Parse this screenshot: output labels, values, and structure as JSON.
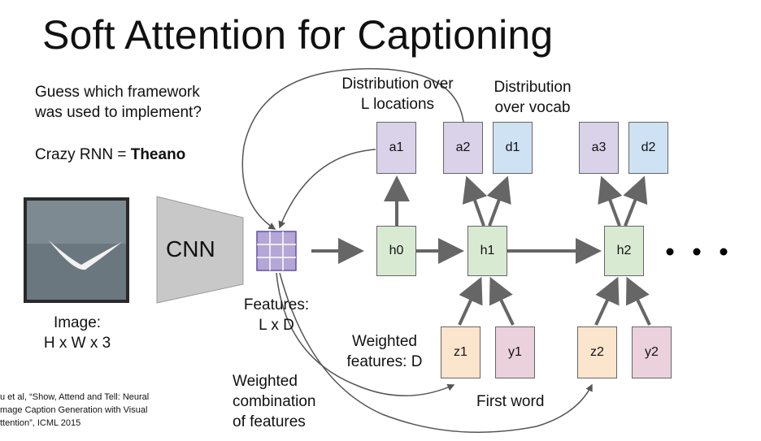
{
  "title": "Soft Attention for Captioning",
  "question_line1": "Guess which framework",
  "question_line2": "was used to implement?",
  "answer_prefix": "Crazy RNN = ",
  "answer_bold": "Theano",
  "cnn_label": "CNN",
  "image_label_line1": "Image:",
  "image_label_line2": "H x W x 3",
  "features_label_line1": "Features:",
  "features_label_line2": "L x D",
  "dist_locations_line1": "Distribution over",
  "dist_locations_line2": "L locations",
  "dist_vocab_line1": "Distribution",
  "dist_vocab_line2": "over vocab",
  "weighted_features_line1": "Weighted",
  "weighted_features_line2": "features: D",
  "weighted_comb_line1": "Weighted",
  "weighted_comb_line2": "combination",
  "weighted_comb_line3": "of features",
  "first_word": "First word",
  "citation_line1": "u et al, “Show, Attend and Tell: Neural",
  "citation_line2": "mage Caption Generation with Visual",
  "citation_line3": "ttention”, ICML 2015",
  "nodes": {
    "a1": "a1",
    "a2": "a2",
    "d1": "d1",
    "a3": "a3",
    "d2": "d2",
    "h0": "h0",
    "h1": "h1",
    "h2": "h2",
    "z1": "z1",
    "y1": "y1",
    "z2": "z2",
    "y2": "y2"
  },
  "colors": {
    "purple": "#d9d2e9",
    "blue": "#cfe2f3",
    "green": "#d9ead3",
    "orange": "#fce5cd",
    "pink": "#ead1dc",
    "arrow": "#666666",
    "cnn": "#c8c8c8"
  }
}
